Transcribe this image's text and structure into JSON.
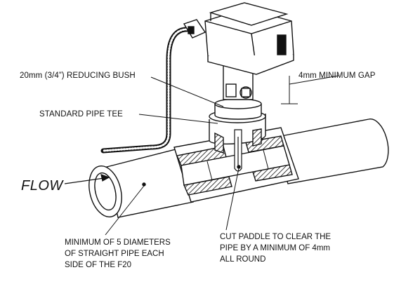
{
  "labels": {
    "reducing_bush": "20mm (3/4”) REDUCING BUSH",
    "min_gap": "4mm MINIMUM GAP",
    "pipe_tee": "STANDARD PIPE TEE",
    "flow": "FLOW"
  },
  "notes": {
    "straight_pipe": [
      "MINIMUM OF 5 DIAMETERS",
      "OF STRAIGHT PIPE EACH",
      "SIDE OF THE F20"
    ],
    "cut_paddle": [
      "CUT PADDLE TO CLEAR THE",
      "PIPE BY A MINIMUM OF 4mm",
      "ALL ROUND"
    ]
  },
  "colors": {
    "line": "#111111",
    "fill": "#ffffff",
    "hatch": "#111111"
  }
}
